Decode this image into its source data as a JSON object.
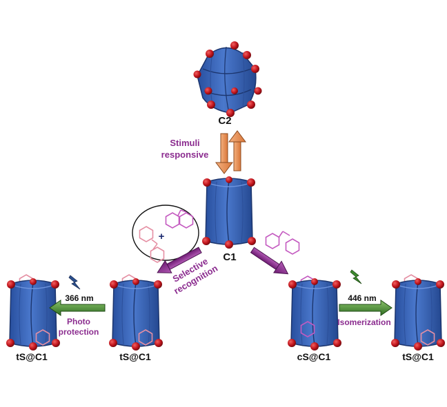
{
  "labels": {
    "c2": "C2",
    "c1": "C1",
    "stimuli_line1": "Stimuli",
    "stimuli_line2": "responsive",
    "selective_line1": "Selective",
    "selective_line2": "recognition",
    "wavelength_left": "366 nm",
    "photo_line1": "Photo",
    "photo_line2": "protection",
    "wavelength_right": "446 nm",
    "isomerization": "Isomerization",
    "ts_c1_far_left": "tS@C1",
    "ts_c1_left": "tS@C1",
    "cs_c1": "cS@C1",
    "ts_c1_right": "tS@C1",
    "plus_sign": "+"
  },
  "colors": {
    "cage_blue": "#3d66b8",
    "vertex_red": "#c0141c",
    "stimuli_arrow": "#e9935a",
    "purple_arrow": "#8b2c8f",
    "purple_text": "#8b2c8f",
    "green_arrow": "#3c8a2e",
    "guest_pink": "#e58fa3",
    "guest_magenta": "#c45ac0"
  }
}
